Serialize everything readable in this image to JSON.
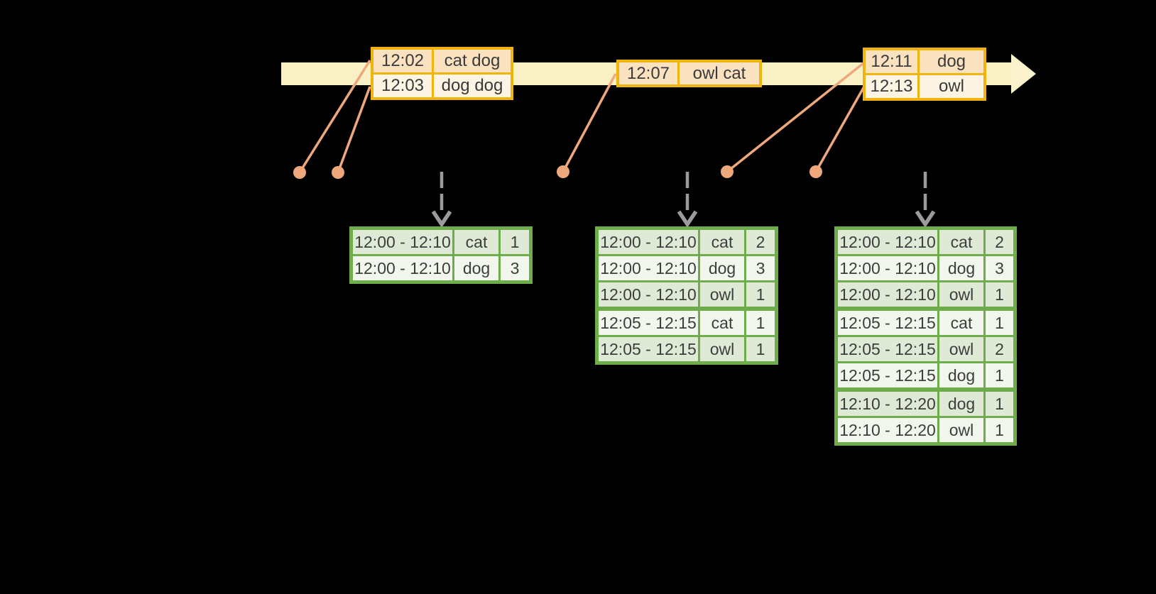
{
  "diagram_type": "event-time-windowed-aggregation-timeline",
  "timeline": {
    "event_tables": [
      {
        "rows": [
          {
            "time": "12:02",
            "words": "cat dog"
          },
          {
            "time": "12:03",
            "words": "dog dog"
          }
        ]
      },
      {
        "rows": [
          {
            "time": "12:07",
            "words": "owl cat"
          }
        ]
      },
      {
        "rows": [
          {
            "time": "12:11",
            "words": "dog"
          },
          {
            "time": "12:13",
            "words": "owl"
          }
        ]
      }
    ]
  },
  "result_tables": [
    {
      "rows": [
        {
          "window": "12:00 - 12:10",
          "word": "cat",
          "count": "1"
        },
        {
          "window": "12:00 - 12:10",
          "word": "dog",
          "count": "3"
        }
      ]
    },
    {
      "rows": [
        {
          "window": "12:00 - 12:10",
          "word": "cat",
          "count": "2"
        },
        {
          "window": "12:00 - 12:10",
          "word": "dog",
          "count": "3"
        },
        {
          "window": "12:00 - 12:10",
          "word": "owl",
          "count": "1"
        },
        {
          "window": "12:05 - 12:15",
          "word": "cat",
          "count": "1"
        },
        {
          "window": "12:05 - 12:15",
          "word": "owl",
          "count": "1"
        }
      ]
    },
    {
      "rows": [
        {
          "window": "12:00 - 12:10",
          "word": "cat",
          "count": "2"
        },
        {
          "window": "12:00 - 12:10",
          "word": "dog",
          "count": "3"
        },
        {
          "window": "12:00 - 12:10",
          "word": "owl",
          "count": "1"
        },
        {
          "window": "12:05 - 12:15",
          "word": "cat",
          "count": "1"
        },
        {
          "window": "12:05 - 12:15",
          "word": "owl",
          "count": "2"
        },
        {
          "window": "12:05 - 12:15",
          "word": "dog",
          "count": "1"
        },
        {
          "window": "12:10 - 12:20",
          "word": "dog",
          "count": "1"
        },
        {
          "window": "12:10 - 12:20",
          "word": "owl",
          "count": "1"
        }
      ]
    }
  ],
  "colors": {
    "background": "#000000",
    "timeline_band": "#FAF0C6",
    "timeline_arrowhead": "#FAF2CC",
    "event_table_border": "#F0B40F",
    "event_row_dark": "#FAE2C0",
    "event_row_light": "#FDF4E3",
    "connector_line_and_dot": "#EFA87C",
    "result_table_border": "#6FAD4C",
    "result_row_dark": "#DFEAD6",
    "result_row_light": "#F2F7EE",
    "trigger_arrow": "#9B9B9B",
    "table_text": "#3a3a3a"
  }
}
